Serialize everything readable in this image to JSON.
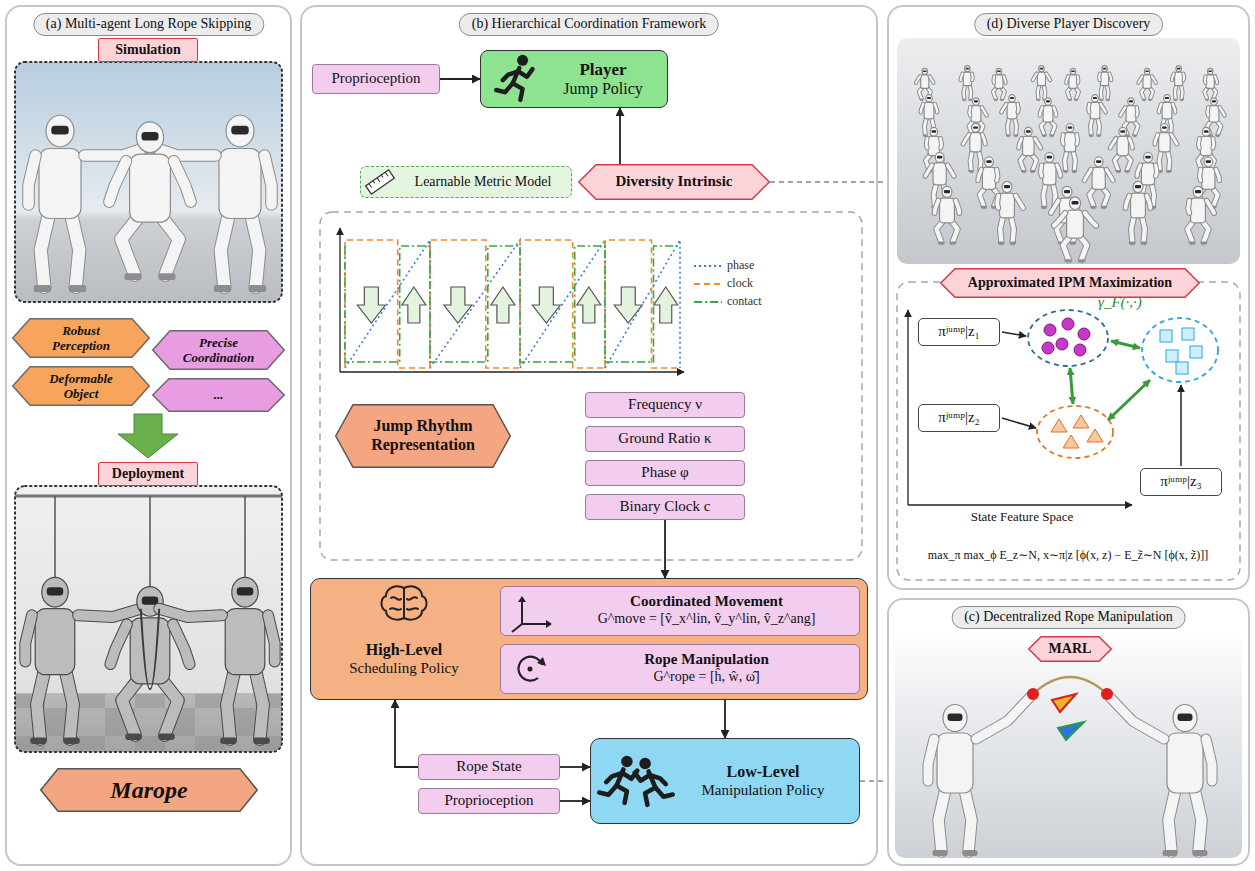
{
  "diagram": {
    "nodes": [
      {
        "text": [
          "(a) Multi-agent Long Rope Skipping"
        ]
      },
      {
        "text": [
          "Simulation"
        ],
        "in": 0
      },
      {
        "text": [
          "Robust Perception"
        ],
        "in": 0
      },
      {
        "text": [
          "Precise Coordination"
        ],
        "in": 0
      },
      {
        "text": [
          "Deformable Object"
        ],
        "in": 0
      },
      {
        "text": [
          "..."
        ],
        "in": 0
      },
      {
        "text": [
          "Deployment"
        ],
        "in": 0
      },
      {
        "text": [
          "Marope"
        ],
        "in": 0
      },
      {
        "text": [
          "(b) Hierarchical Coordination Framework"
        ]
      },
      {
        "text": [
          "Proprioception"
        ],
        "in": 8
      },
      {
        "text": [
          "Player",
          "Jump Policy"
        ],
        "in": 8
      },
      {
        "text": [
          "Learnable Metric Model"
        ],
        "in": 8
      },
      {
        "text": [
          "Diversity Intrinsic"
        ],
        "in": 8
      },
      {
        "text": [
          "Jump Rhythm Representation"
        ],
        "in": 8
      },
      {
        "text": [
          "Frequency ν"
        ],
        "in": 8
      },
      {
        "text": [
          "Ground Ratio κ"
        ],
        "in": 8
      },
      {
        "text": [
          "Phase φ"
        ],
        "in": 8
      },
      {
        "text": [
          "Binary Clock c"
        ],
        "in": 8
      },
      {
        "text": [
          "High-Level",
          "Scheduling Policy"
        ],
        "in": 8
      },
      {
        "text": [
          "Coordinated Movement",
          "G^move = [v̂_x^lin, v̂_y^lin, v̂_z^ang]"
        ],
        "in": 18
      },
      {
        "text": [
          "Rope Manipulation",
          "G^rope = [ĥ, ŵ, ω̂]"
        ],
        "in": 18
      },
      {
        "text": [
          "Rope State"
        ],
        "in": 8
      },
      {
        "text": [
          "Proprioception"
        ],
        "in": 8
      },
      {
        "text": [
          "Low-Level",
          "Manipulation Policy"
        ],
        "in": 8
      },
      {
        "text": [
          "(d) Diverse Player Discovery"
        ]
      },
      {
        "text": [
          "Approximated IPM Maximization"
        ],
        "in": 24
      },
      {
        "text": [
          "πʲᵘᵐᵖ|z₁"
        ],
        "in": 24
      },
      {
        "text": [
          "πʲᵘᵐᵖ|z₂"
        ],
        "in": 24
      },
      {
        "text": [
          "πʲᵘᵐᵖ|z₃"
        ],
        "in": 24
      },
      {
        "text": [
          "(c) Decentralized Rope Manipulation"
        ]
      },
      {
        "text": [
          "MARL"
        ],
        "in": 29
      }
    ],
    "edges": [
      {
        "from": 9,
        "to": 10,
        "arrow": "to"
      },
      {
        "from": 12,
        "to": 10,
        "arrow": "to"
      },
      {
        "from": 17,
        "to": 18,
        "arrow": "to"
      },
      {
        "from": 18,
        "to": 23,
        "arrow": "to"
      },
      {
        "from": 21,
        "to": 18,
        "arrow": "to"
      },
      {
        "from": 21,
        "to": 23,
        "arrow": "to"
      },
      {
        "from": 22,
        "to": 23,
        "arrow": "to"
      },
      {
        "from": 12,
        "to": 24,
        "arrow": "none"
      },
      {
        "from": 23,
        "to": 29,
        "arrow": "none"
      }
    ],
    "labels": [
      "γ_F(·,·)",
      "State Feature Space",
      "max_π max_ϕ E_z∼N, x∼π|z [ϕ(x, z) − E_z̃∼N [ϕ(x, z̃)]]"
    ],
    "legend": [
      {
        "text": "phase"
      },
      {
        "text": "clock"
      },
      {
        "text": "contact"
      }
    ]
  }
}
